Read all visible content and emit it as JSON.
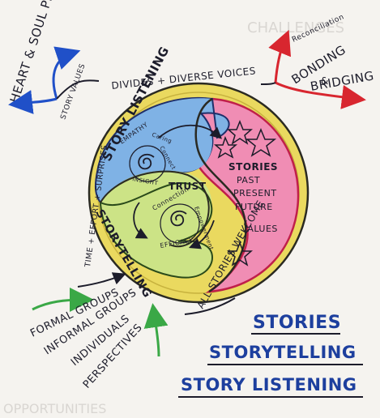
{
  "faint_headers": {
    "top_right": "CHALLENGES",
    "bottom_left": "OPPORTUNITIES"
  },
  "left_arrows": {
    "heart_soul": "HEART & SOUL PLANNING",
    "story_values": "STORY VALUES"
  },
  "right_arrows": {
    "reconciliation": "Reconciliation",
    "bonding": "BONDING",
    "ampersand": "&",
    "bridging": "BRIDGING"
  },
  "ring_labels": {
    "top": "DIVIDES + DIVERSE VOICES",
    "left": "TIME + EFFORT + SURPRISES",
    "bottom": "ALL STORIES WELCOME"
  },
  "circle": {
    "story_listening": "STORY LISTENING",
    "empathy": "EMPATHY",
    "caring": "Caring",
    "connect": "Connect",
    "insight": "INSIGHT",
    "trust": "TRUST",
    "storytelling": "STORYTELLING",
    "connection": "Connection",
    "empowerment": "Empowerment",
    "efficacy": "EFFICACY",
    "stories": "STORIES",
    "past": "PAST",
    "present": "PRESENT",
    "future": "FUTURE",
    "values": "VALUES"
  },
  "audience_list": [
    "FORMAL GROUPS",
    "INFORMAL GROUPS",
    "INDIVIDUALS",
    "PERSPECTIVES"
  ],
  "legend": {
    "stories": "STORIES",
    "storytelling": "STORYTELLING",
    "story_listening": "STORY LISTENING"
  },
  "colors": {
    "outer_ring": "#e6d65c",
    "listening_blue": "#86b6e6",
    "telling_green": "#cfe38a",
    "stories_pink": "#f28fb5",
    "ink": "#1c1c2a",
    "legend_blue": "#1d3f9e",
    "arrow_red": "#d8262f",
    "arrow_blue": "#2050c8",
    "arrow_green": "#3aa846"
  },
  "icons": [
    "star-icon",
    "spiral-icon"
  ]
}
